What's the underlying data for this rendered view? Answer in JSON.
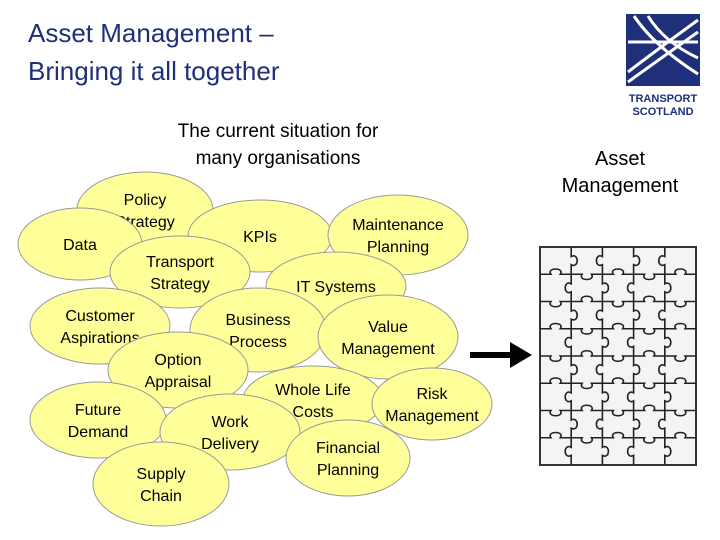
{
  "slide": {
    "title_line1": "Asset Management –",
    "title_line2": "Bringing it all together",
    "subtitle_line1": "The current situation for",
    "subtitle_line2": "many organisations",
    "right_label_line1": "Asset",
    "right_label_line2": "Management",
    "logo_line1": "TRANSPORT",
    "logo_line2": "SCOTLAND"
  },
  "bubbles": [
    {
      "id": "policy",
      "lines": [
        "Policy",
        "Strategy"
      ]
    },
    {
      "id": "data",
      "lines": [
        "Data"
      ]
    },
    {
      "id": "kpis",
      "lines": [
        "KPIs"
      ]
    },
    {
      "id": "maintenance",
      "lines": [
        "Maintenance",
        "Planning"
      ]
    },
    {
      "id": "transport",
      "lines": [
        "Transport",
        "Strategy"
      ]
    },
    {
      "id": "it",
      "lines": [
        "IT Systems"
      ]
    },
    {
      "id": "customer",
      "lines": [
        "Customer",
        "Aspirations"
      ]
    },
    {
      "id": "business",
      "lines": [
        "Business",
        "Process"
      ]
    },
    {
      "id": "value",
      "lines": [
        "Value",
        "Management"
      ]
    },
    {
      "id": "option",
      "lines": [
        "Option",
        "Appraisal"
      ]
    },
    {
      "id": "wholelife",
      "lines": [
        "Whole Life",
        "Costs"
      ]
    },
    {
      "id": "risk",
      "lines": [
        "Risk",
        "Management"
      ]
    },
    {
      "id": "future",
      "lines": [
        "Future",
        "Demand"
      ]
    },
    {
      "id": "work",
      "lines": [
        "Work",
        "Delivery"
      ]
    },
    {
      "id": "financial",
      "lines": [
        "Financial",
        "Planning"
      ]
    },
    {
      "id": "supply",
      "lines": [
        "Supply",
        "Chain"
      ]
    }
  ],
  "colors": {
    "bubble_fill": "#ffff99",
    "bubble_stroke": "#999999",
    "title": "#1f2f7a",
    "logo_blue": "#1f2f7a"
  }
}
